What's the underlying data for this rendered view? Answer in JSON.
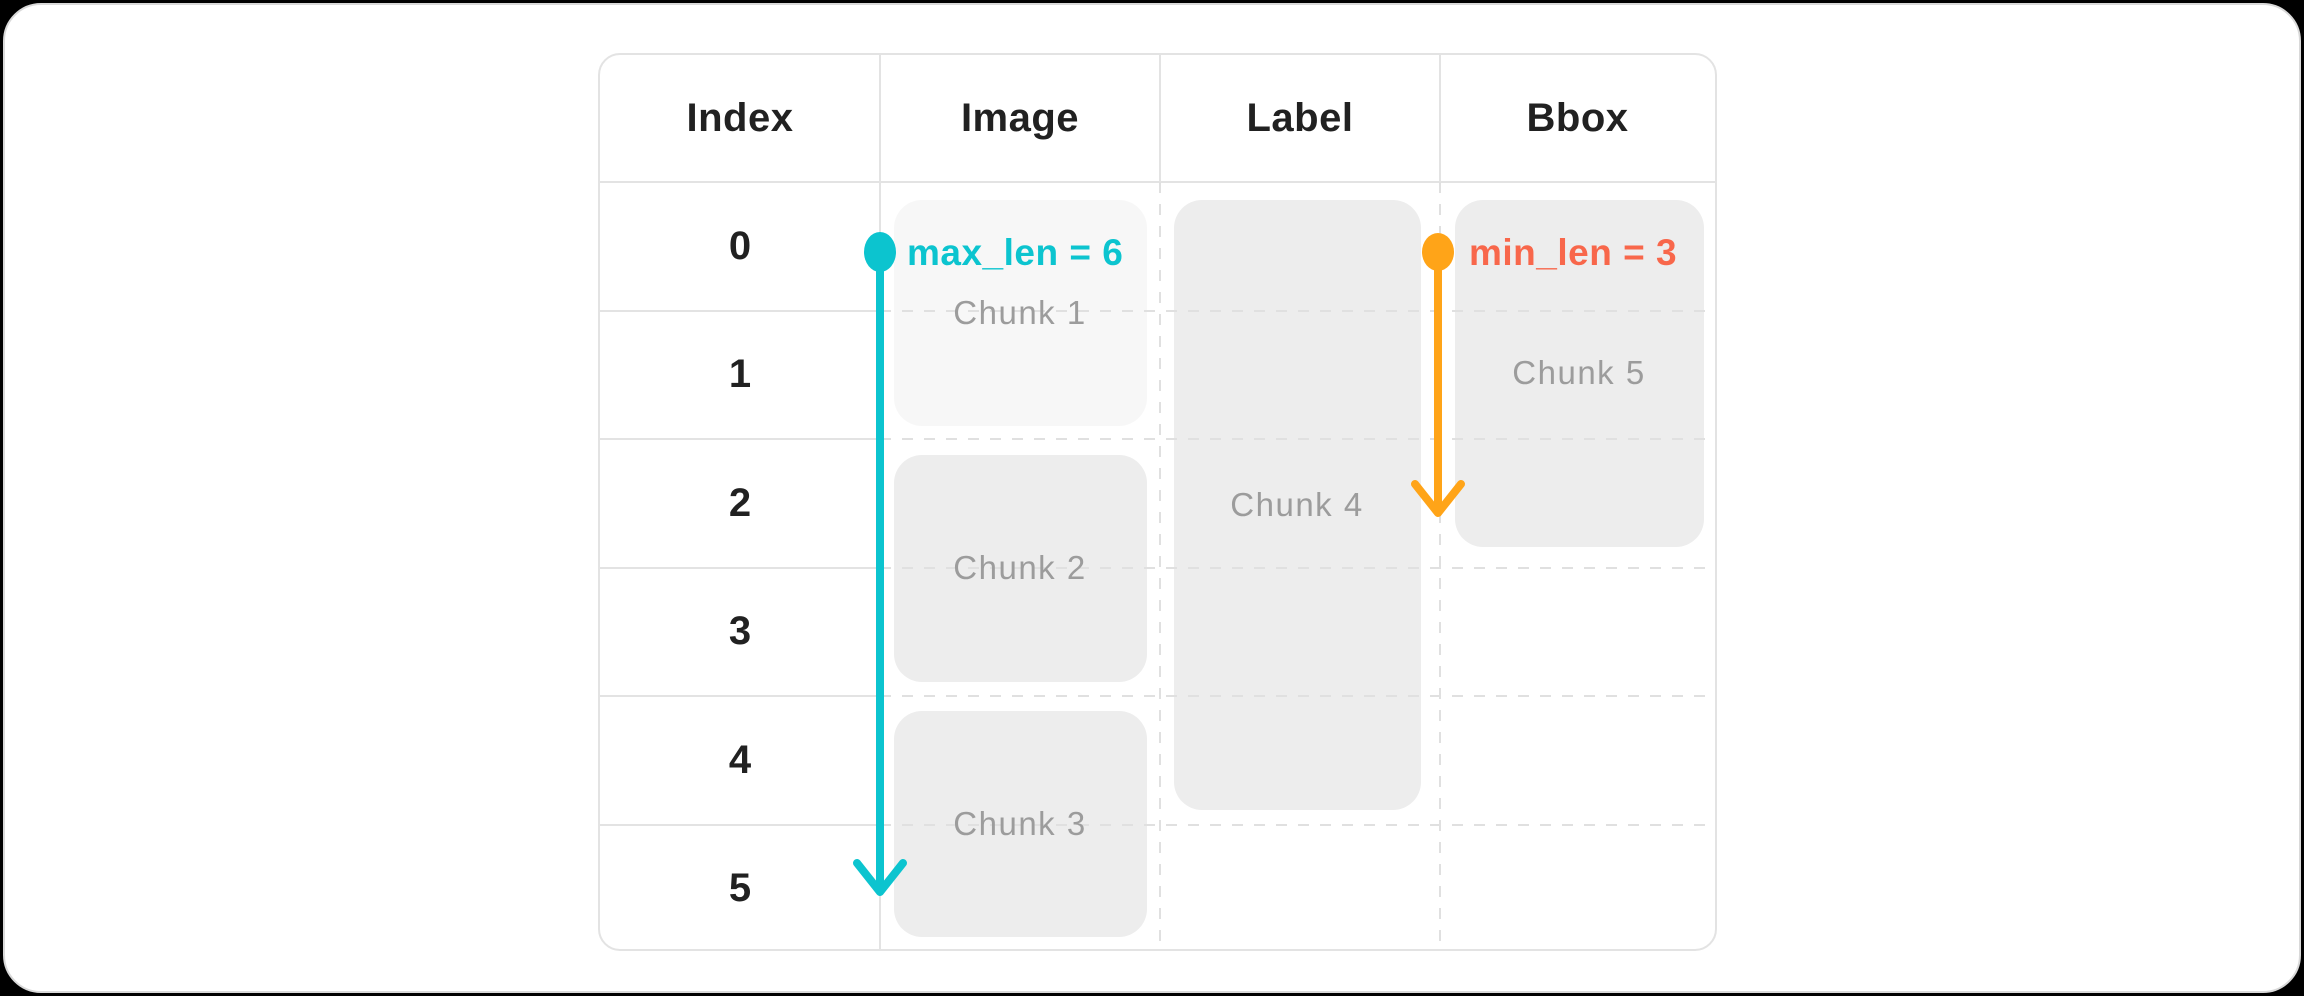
{
  "table": {
    "headers": [
      "Index",
      "Image",
      "Label",
      "Bbox"
    ],
    "row_indices": [
      "0",
      "1",
      "2",
      "3",
      "4",
      "5"
    ]
  },
  "chunks": [
    {
      "label": "Chunk 1",
      "column": "Image",
      "rows": "0-1",
      "fill": "#f7f7f7"
    },
    {
      "label": "Chunk 2",
      "column": "Image",
      "rows": "2-3",
      "fill": "#ededed"
    },
    {
      "label": "Chunk 3",
      "column": "Image",
      "rows": "4-5",
      "fill": "#ededed"
    },
    {
      "label": "Chunk 4",
      "column": "Label",
      "rows": "0-4",
      "fill": "#ededed"
    },
    {
      "label": "Chunk 5",
      "column": "Bbox",
      "rows": "0-2",
      "fill": "#ededed"
    }
  ],
  "annotations": {
    "max_len": {
      "label": "max_len = 6",
      "value": 6,
      "color": "#0cc4cf",
      "rows_spanned": "0-5"
    },
    "min_len": {
      "label": "min_len = 3",
      "value": 3,
      "text_color": "#f8674b",
      "arrow_color": "#ffa418",
      "rows_spanned": "0-2"
    }
  },
  "colors": {
    "page_background": "#000000",
    "card_background": "#ffffff",
    "card_border": "#d9d9d9",
    "grid_solid": "#e3e3e3",
    "grid_dashed": "#e0e0e0",
    "text_dark": "#212121",
    "text_gray": "#9c9c9c",
    "cyan_accent": "#0cc4cf",
    "orange_accent": "#ffa418",
    "tomato_accent": "#f8674b"
  }
}
